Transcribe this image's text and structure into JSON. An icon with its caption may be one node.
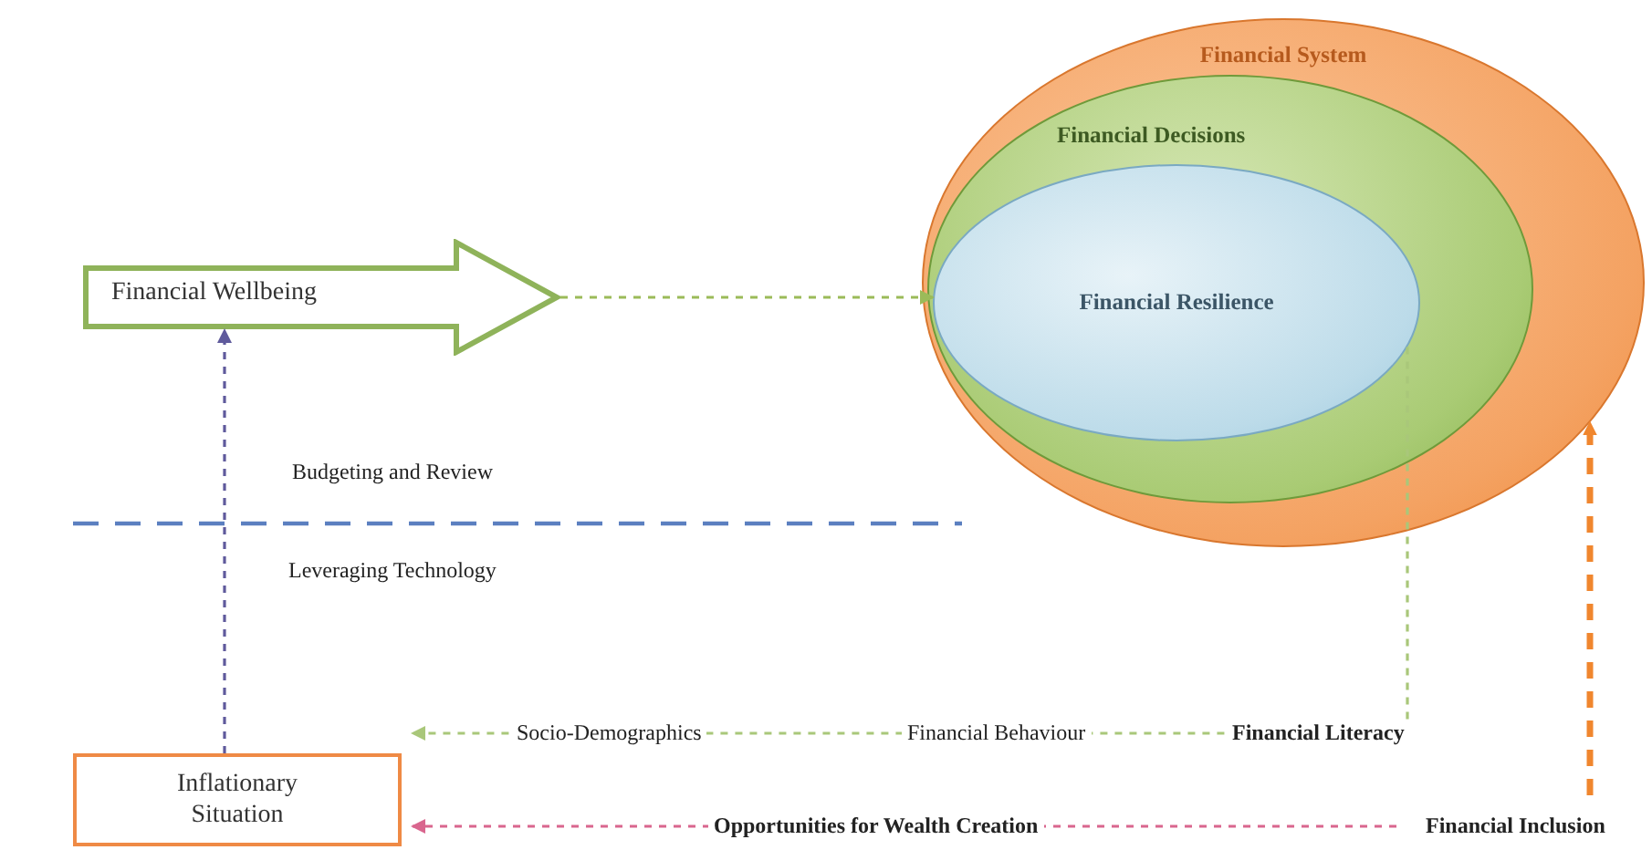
{
  "diagram": {
    "nodes": [
      {
        "text": [
          "Financial System"
        ]
      },
      {
        "text": [
          "Financial Decisions"
        ],
        "in": 0
      },
      {
        "text": [
          "Financial Resilience"
        ],
        "in": 1
      },
      {
        "text": [
          "Financial Wellbeing"
        ]
      },
      {
        "text": [
          "Inflationary Situation"
        ]
      }
    ],
    "edges": [
      {
        "from": 3,
        "to": 2,
        "arrow": "to",
        "style": "dashed",
        "color": "#9bbb59"
      },
      {
        "from": 4,
        "to": 3,
        "arrow": "to",
        "style": "dashed",
        "color": "#5f5a9c"
      },
      {
        "from": 2,
        "to": 4,
        "arrow": "to",
        "style": "dashed"
      },
      {
        "from": null,
        "to": 0,
        "arrow": "to",
        "style": "dashed",
        "color": "#f0862e"
      },
      {
        "from": null,
        "to": 4,
        "arrow": "to",
        "style": "dashed",
        "color": "#d9668e"
      }
    ],
    "labels": [
      "Budgeting and Review",
      "Leveraging Technology",
      "Socio-Demographics",
      "Financial Behaviour",
      "Financial Literacy",
      "Opportunities for Wealth Creation",
      "Financial Inclusion"
    ]
  }
}
